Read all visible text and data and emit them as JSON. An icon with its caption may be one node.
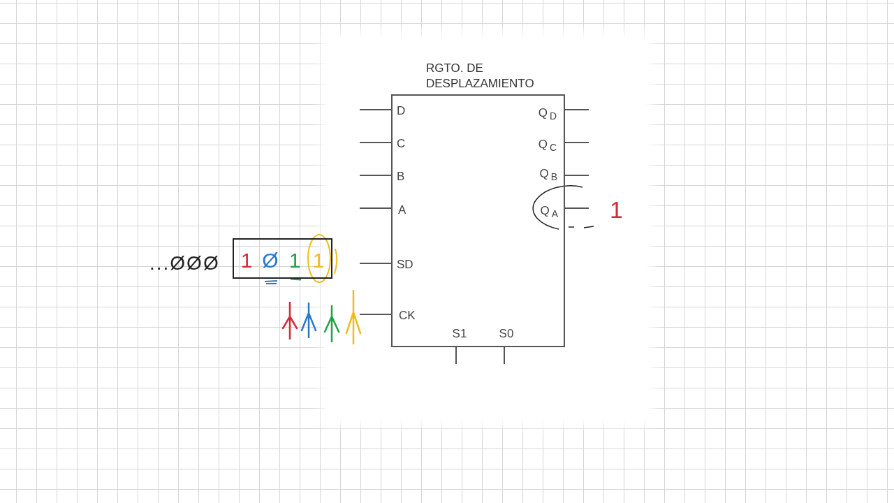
{
  "diagram": {
    "nodes": [
      {
        "text": [
          "RGTO. DE DESPLAZAMIENTO",
          "D",
          "Q$_{D}$",
          "C",
          "Q$_{C}$",
          "B",
          "Q$_{B}$",
          "A",
          "Q$_{A}$",
          "SD",
          "CK",
          "S1",
          "S0"
        ]
      },
      {
        "text": [
          "1",
          "Ø",
          "1",
          "1"
        ],
        "beside": [
          "...ØØØ"
        ]
      }
    ],
    "labels": [
      "1"
    ]
  }
}
